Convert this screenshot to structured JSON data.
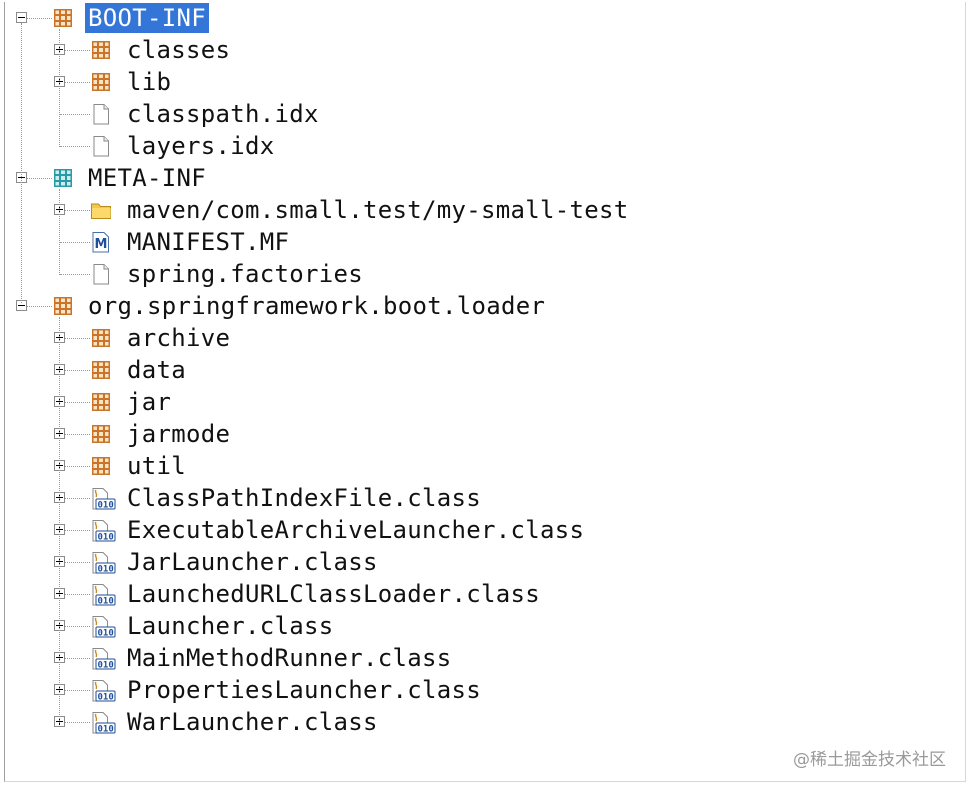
{
  "tree": [
    {
      "label": "BOOT-INF",
      "depth": 0,
      "expander": "minus",
      "icon": "package-icon",
      "selected": true
    },
    {
      "label": "classes",
      "depth": 1,
      "expander": "plus",
      "icon": "package-icon"
    },
    {
      "label": "lib",
      "depth": 1,
      "expander": "plus",
      "icon": "package-icon"
    },
    {
      "label": "classpath.idx",
      "depth": 1,
      "expander": "none",
      "icon": "file-icon"
    },
    {
      "label": "layers.idx",
      "depth": 1,
      "expander": "none",
      "icon": "file-icon"
    },
    {
      "label": "META-INF",
      "depth": 0,
      "expander": "minus",
      "icon": "meta-package-icon"
    },
    {
      "label": "maven/com.small.test/my-small-test",
      "depth": 1,
      "expander": "plus",
      "icon": "folder-icon"
    },
    {
      "label": "MANIFEST.MF",
      "depth": 1,
      "expander": "none",
      "icon": "manifest-icon"
    },
    {
      "label": "spring.factories",
      "depth": 1,
      "expander": "none",
      "icon": "file-icon"
    },
    {
      "label": "org.springframework.boot.loader",
      "depth": 0,
      "expander": "minus",
      "icon": "package-icon"
    },
    {
      "label": "archive",
      "depth": 1,
      "expander": "plus",
      "icon": "package-icon"
    },
    {
      "label": "data",
      "depth": 1,
      "expander": "plus",
      "icon": "package-icon"
    },
    {
      "label": "jar",
      "depth": 1,
      "expander": "plus",
      "icon": "package-icon"
    },
    {
      "label": "jarmode",
      "depth": 1,
      "expander": "plus",
      "icon": "package-icon"
    },
    {
      "label": "util",
      "depth": 1,
      "expander": "plus",
      "icon": "package-icon"
    },
    {
      "label": "ClassPathIndexFile.class",
      "depth": 1,
      "expander": "plus",
      "icon": "class-file-icon"
    },
    {
      "label": "ExecutableArchiveLauncher.class",
      "depth": 1,
      "expander": "plus",
      "icon": "class-file-icon"
    },
    {
      "label": "JarLauncher.class",
      "depth": 1,
      "expander": "plus",
      "icon": "class-file-icon"
    },
    {
      "label": "LaunchedURLClassLoader.class",
      "depth": 1,
      "expander": "plus",
      "icon": "class-file-icon"
    },
    {
      "label": "Launcher.class",
      "depth": 1,
      "expander": "plus",
      "icon": "class-file-icon"
    },
    {
      "label": "MainMethodRunner.class",
      "depth": 1,
      "expander": "plus",
      "icon": "class-file-icon"
    },
    {
      "label": "PropertiesLauncher.class",
      "depth": 1,
      "expander": "plus",
      "icon": "class-file-icon"
    },
    {
      "label": "WarLauncher.class",
      "depth": 1,
      "expander": "plus",
      "icon": "class-file-icon"
    }
  ],
  "watermark": "@稀土掘金技术社区",
  "colors": {
    "selection": "#3376d8",
    "package": "#c8742a",
    "meta_package": "#2a9aa5",
    "folder": "#f3c748",
    "class_badge": "#1f4e9a"
  }
}
